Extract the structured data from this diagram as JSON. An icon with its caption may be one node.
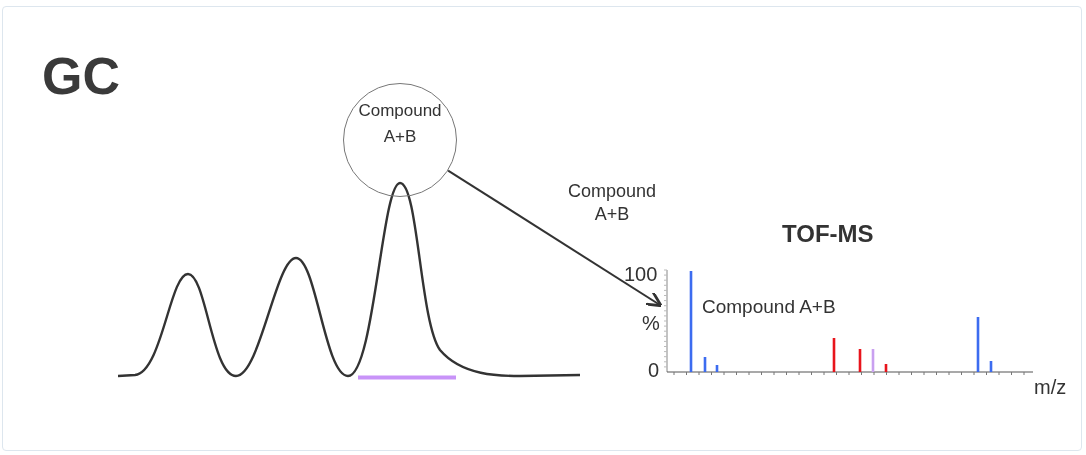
{
  "diagram": {
    "title": "GC",
    "nodes": [
      {
        "text": [
          "Compound A+B"
        ]
      },
      {
        "text": [],
        "shape": "picture"
      }
    ],
    "edges": [
      {
        "from": 0,
        "to": 1,
        "arrow": "to"
      }
    ],
    "labels": [
      "Compound A+B",
      "TOF-MS",
      "100",
      "%",
      "Compound A+B",
      "0",
      "m/z"
    ]
  }
}
